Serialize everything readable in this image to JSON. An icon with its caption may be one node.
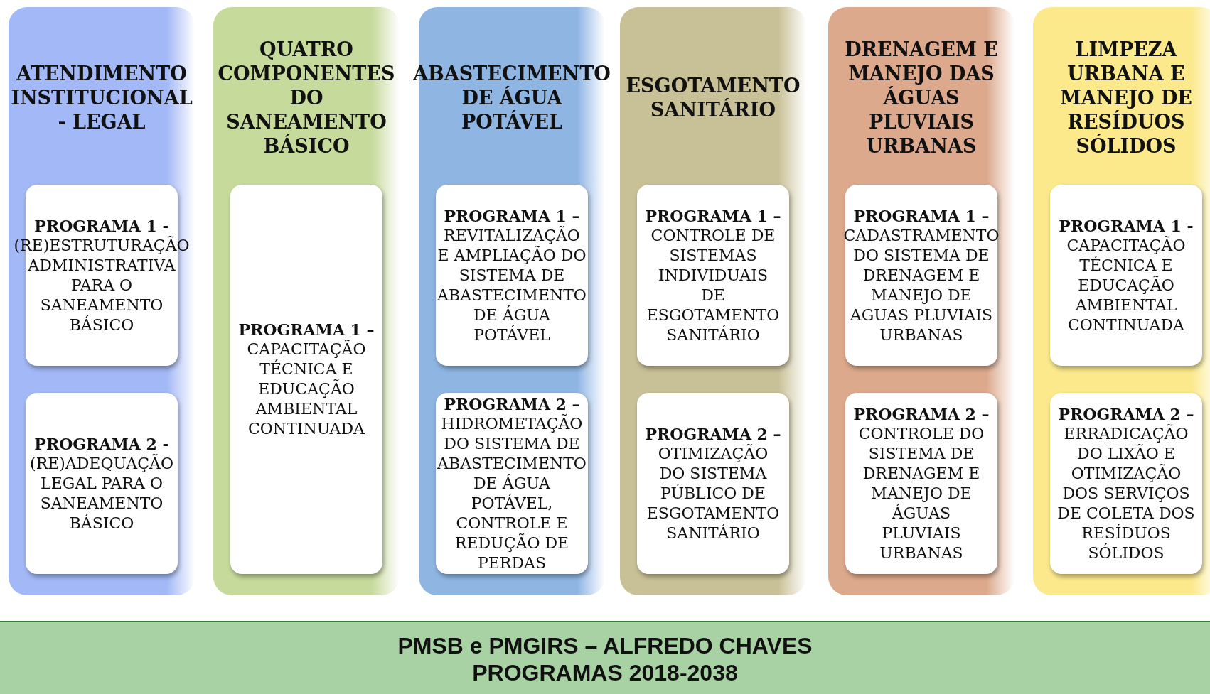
{
  "diagram": {
    "title": "PMSB e PMGIRS – ALFREDO CHAVES PROGRAMAS 2018-2038",
    "nodes": [
      {
        "text": [
          "ATENDIMENTO INSTITUCIONAL - LEGAL"
        ]
      },
      {
        "text": [
          "PROGRAMA 1 -",
          "(RE)ESTRUTURAÇÃO ADMINISTRATIVA PARA O SANEAMENTO BÁSICO"
        ],
        "in": 0
      },
      {
        "text": [
          "PROGRAMA 2 -",
          "(RE)ADEQUAÇÃO LEGAL PARA O SANEAMENTO BÁSICO"
        ],
        "in": 0
      },
      {
        "text": [
          "QUATRO COMPONENTES DO SANEAMENTO BÁSICO"
        ]
      },
      {
        "text": [
          "PROGRAMA 1 –",
          "CAPACITAÇÃO TÉCNICA E EDUCAÇÃO AMBIENTAL CONTINUADA"
        ],
        "in": 3
      },
      {
        "text": [
          "ABASTECIMENTO DE ÁGUA POTÁVEL"
        ]
      },
      {
        "text": [
          "PROGRAMA 1 –",
          "REVITALIZAÇÃO E AMPLIAÇÃO DO SISTEMA DE ABASTECIMENTO DE ÁGUA POTÁVEL"
        ],
        "in": 5
      },
      {
        "text": [
          "PROGRAMA 2 –",
          "HIDROMETAÇÃO DO SISTEMA DE ABASTECIMENTO DE ÁGUA POTÁVEL, CONTROLE E REDUÇÃO DE PERDAS"
        ],
        "in": 5
      },
      {
        "text": [
          "ESGOTAMENTO SANITÁRIO"
        ]
      },
      {
        "text": [
          "PROGRAMA 1 –",
          "CONTROLE DE SISTEMAS INDIVIDUAIS DE ESGOTAMENTO SANITÁRIO"
        ],
        "in": 8
      },
      {
        "text": [
          "PROGRAMA 2 –",
          "OTIMIZAÇÃO DO SISTEMA PÚBLICO DE ESGOTAMENTO SANITÁRIO"
        ],
        "in": 8
      },
      {
        "text": [
          "DRENAGEM E MANEJO DAS ÁGUAS PLUVIAIS URBANAS"
        ]
      },
      {
        "text": [
          "PROGRAMA 1 –",
          "CADASTRAMENTO DO SISTEMA DE DRENAGEM E MANEJO DE AGUAS PLUVIAIS URBANAS"
        ],
        "in": 11
      },
      {
        "text": [
          "PROGRAMA 2 –",
          "CONTROLE DO SISTEMA DE DRENAGEM E MANEJO DE ÁGUAS PLUVIAIS URBANAS"
        ],
        "in": 11
      },
      {
        "text": [
          "LIMPEZA URBANA E MANEJO DE RESÍDUOS SÓLIDOS"
        ]
      },
      {
        "text": [
          "PROGRAMA 1 -",
          "CAPACITAÇÃO TÉCNICA E EDUCAÇÃO AMBIENTAL CONTINUADA"
        ],
        "in": 14
      },
      {
        "text": [
          "PROGRAMA 2 –",
          "ERRADICAÇÃO DO LIXÃO E OTIMIZAÇÃO DOS SERVIÇOS DE COLETA DOS RESÍDUOS SÓLIDOS"
        ],
        "in": 14
      }
    ],
    "edges": []
  }
}
